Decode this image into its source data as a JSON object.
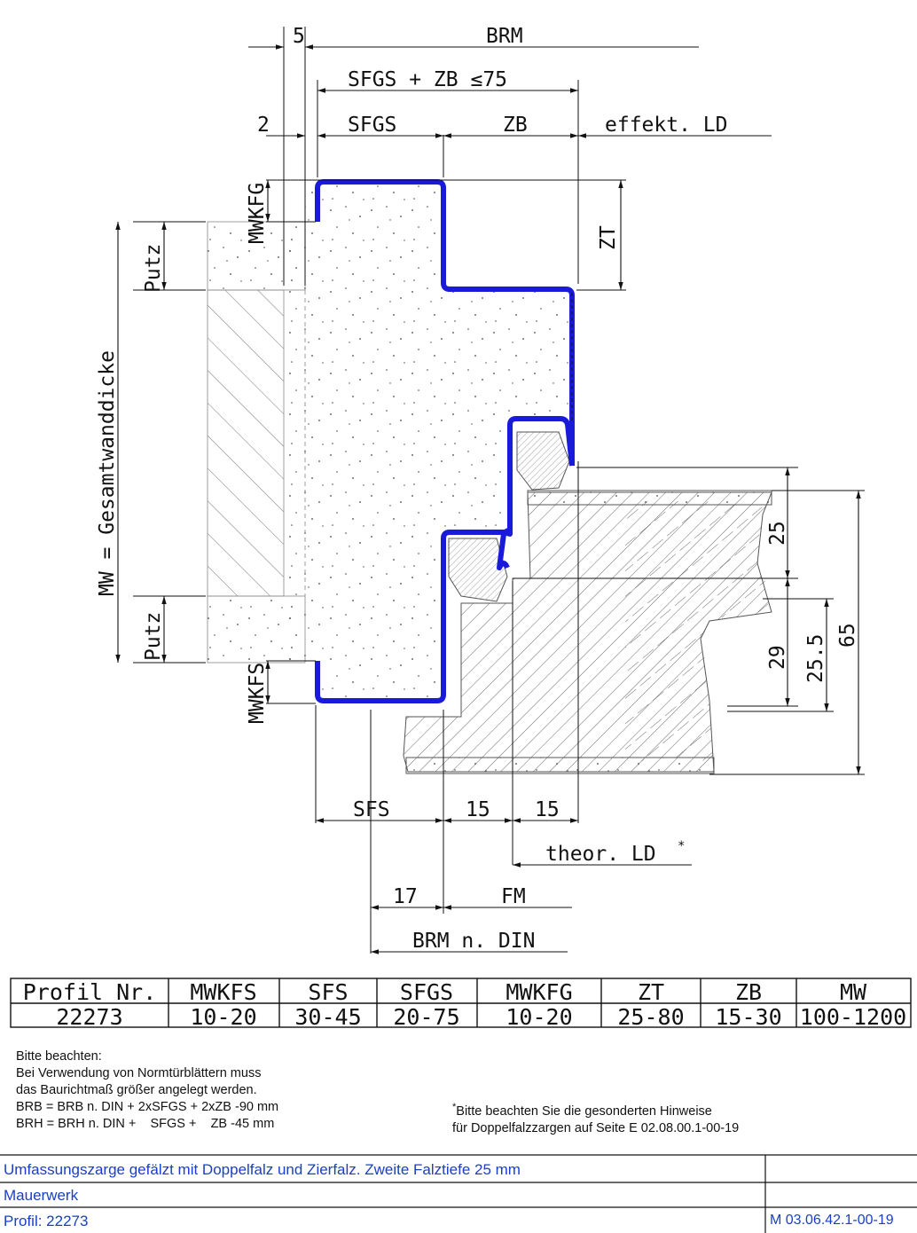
{
  "labels": {
    "brm": "BRM",
    "five": "5",
    "sfgs_zb": "SFGS + ZB ≤75",
    "two": "2",
    "sfgs": "SFGS",
    "zb": "ZB",
    "effekt_ld": "effekt. LD",
    "mwkfg": "MWKFG",
    "zt": "ZT",
    "putz_top": "Putz",
    "putz_bottom": "Putz",
    "mw_gesamt": "MW = Gesamtwanddicke",
    "mwkfs": "MWKFS",
    "d25": "25",
    "d29": "29",
    "d25_5": "25.5",
    "d65": "65",
    "sfs": "SFS",
    "d15a": "15",
    "d15b": "15",
    "theor_ld": "theor. LD",
    "star": "*",
    "d17": "17",
    "fm": "FM",
    "brm_din": "BRM n. DIN"
  },
  "table": {
    "headers": [
      "Profil Nr.",
      "MWKFS",
      "SFS",
      "SFGS",
      "MWKFG",
      "ZT",
      "ZB",
      "MW"
    ],
    "values": [
      "22273",
      "10-20",
      "30-45",
      "20-75",
      "10-20",
      "25-80",
      "15-30",
      "100-1200"
    ]
  },
  "notes": {
    "left": [
      "Bitte beachten:",
      "Bei Verwendung von Normtürblättern muss",
      "das Baurichtmaß größer angelegt werden.",
      "BRB = BRB n. DIN + 2xSFGS + 2xZB -90 mm",
      "BRH = BRH n. DIN +    SFGS +    ZB -45 mm"
    ],
    "right_star": "*",
    "right": [
      "Bitte beachten Sie die gesonderten Hinweise",
      "für Doppelfalzzargen auf Seite E 02.08.00.1-00-19"
    ]
  },
  "footer": {
    "title": "Umfassungszarge gefälzt mit Doppelfalz und Zierfalz. Zweite Falztiefe 25 mm",
    "material": "Mauerwerk",
    "profile": "Profil: 22273",
    "doc_number": "M 03.06.42.1-00-19"
  },
  "colors": {
    "profile": "#1a1ad9",
    "footer_text": "#1a3fc4"
  }
}
